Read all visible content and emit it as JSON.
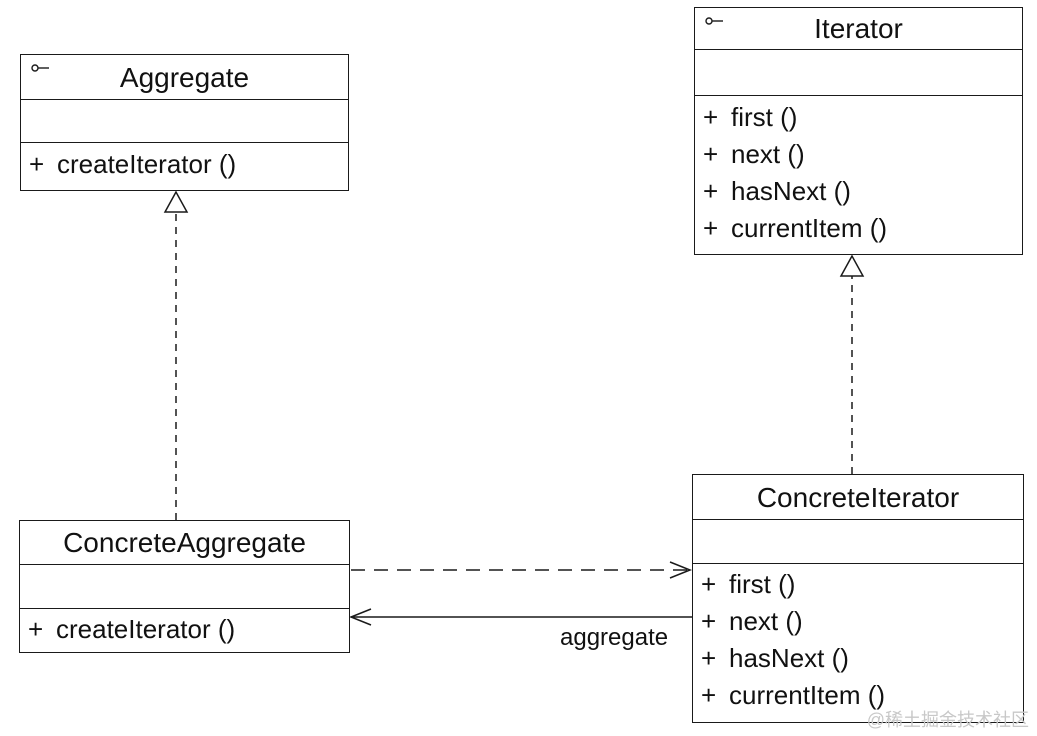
{
  "classes": {
    "aggregate": {
      "name": "Aggregate",
      "interface_icon": "interface-icon",
      "operations": [
        {
          "visibility": "+",
          "label": "createIterator ()"
        }
      ]
    },
    "iterator": {
      "name": "Iterator",
      "interface_icon": "interface-icon",
      "operations": [
        {
          "visibility": "+",
          "label": "first ()"
        },
        {
          "visibility": "+",
          "label": "next ()"
        },
        {
          "visibility": "+",
          "label": "hasNext ()"
        },
        {
          "visibility": "+",
          "label": "currentItem ()"
        }
      ]
    },
    "concrete_aggregate": {
      "name": "ConcreteAggregate",
      "operations": [
        {
          "visibility": "+",
          "label": "createIterator ()"
        }
      ]
    },
    "concrete_iterator": {
      "name": "ConcreteIterator",
      "operations": [
        {
          "visibility": "+",
          "label": "first ()"
        },
        {
          "visibility": "+",
          "label": "next ()"
        },
        {
          "visibility": "+",
          "label": "hasNext ()"
        },
        {
          "visibility": "+",
          "label": "currentItem ()"
        }
      ]
    }
  },
  "relations": {
    "aggregate_realization": {
      "type": "realization",
      "from": "ConcreteAggregate",
      "to": "Aggregate"
    },
    "iterator_realization": {
      "type": "realization",
      "from": "ConcreteIterator",
      "to": "Iterator"
    },
    "creates_dependency": {
      "type": "dependency",
      "from": "ConcreteAggregate",
      "to": "ConcreteIterator"
    },
    "aggregate_association": {
      "type": "association",
      "from": "ConcreteIterator",
      "to": "ConcreteAggregate",
      "role": "aggregate"
    }
  },
  "watermark": "@稀土掘金技术社区"
}
